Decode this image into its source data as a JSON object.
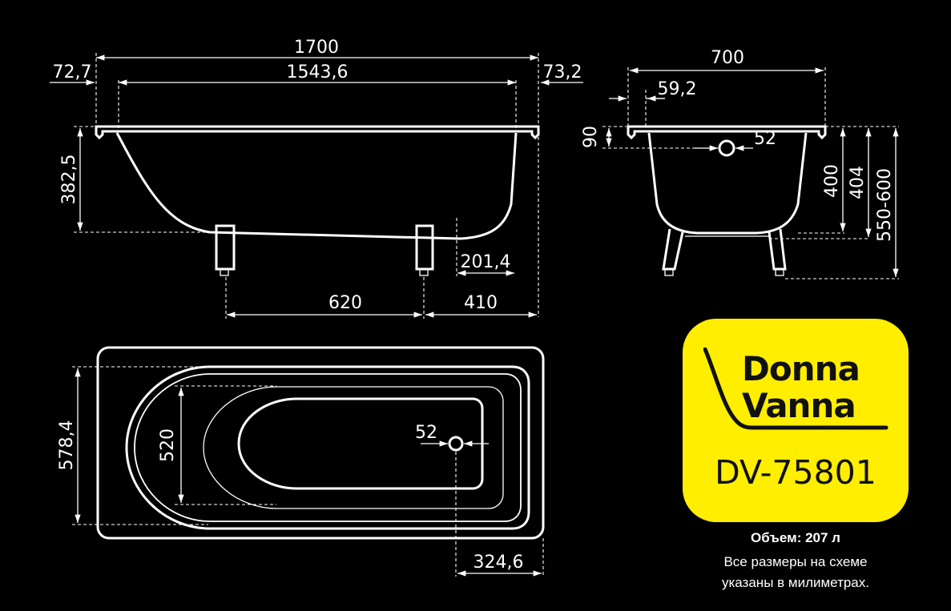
{
  "dimensions": {
    "side": {
      "total_length": "1700",
      "inner_length": "1543,6",
      "left_rim": "72,7",
      "right_rim": "73,2",
      "depth": "382,5",
      "drain_offset": "201,4",
      "leg_spacing": "620",
      "leg_offset": "410"
    },
    "end": {
      "width": "700",
      "rim_width": "59,2",
      "rim_height": "90",
      "overflow": "52",
      "inner_depth": "400",
      "outer_depth": "404",
      "install_height": "550-600"
    },
    "top": {
      "width": "578,4",
      "inner_width": "520",
      "drain": "52",
      "drain_offset": "324,6"
    }
  },
  "brand": {
    "line1": "Donna",
    "line2": "Vanna",
    "model": "DV-75801",
    "color": "#ffee00"
  },
  "info": {
    "volume": "Объем: 207 л",
    "note_line1": "Все размеры на схеме",
    "note_line2": "указаны в милиметрах."
  }
}
